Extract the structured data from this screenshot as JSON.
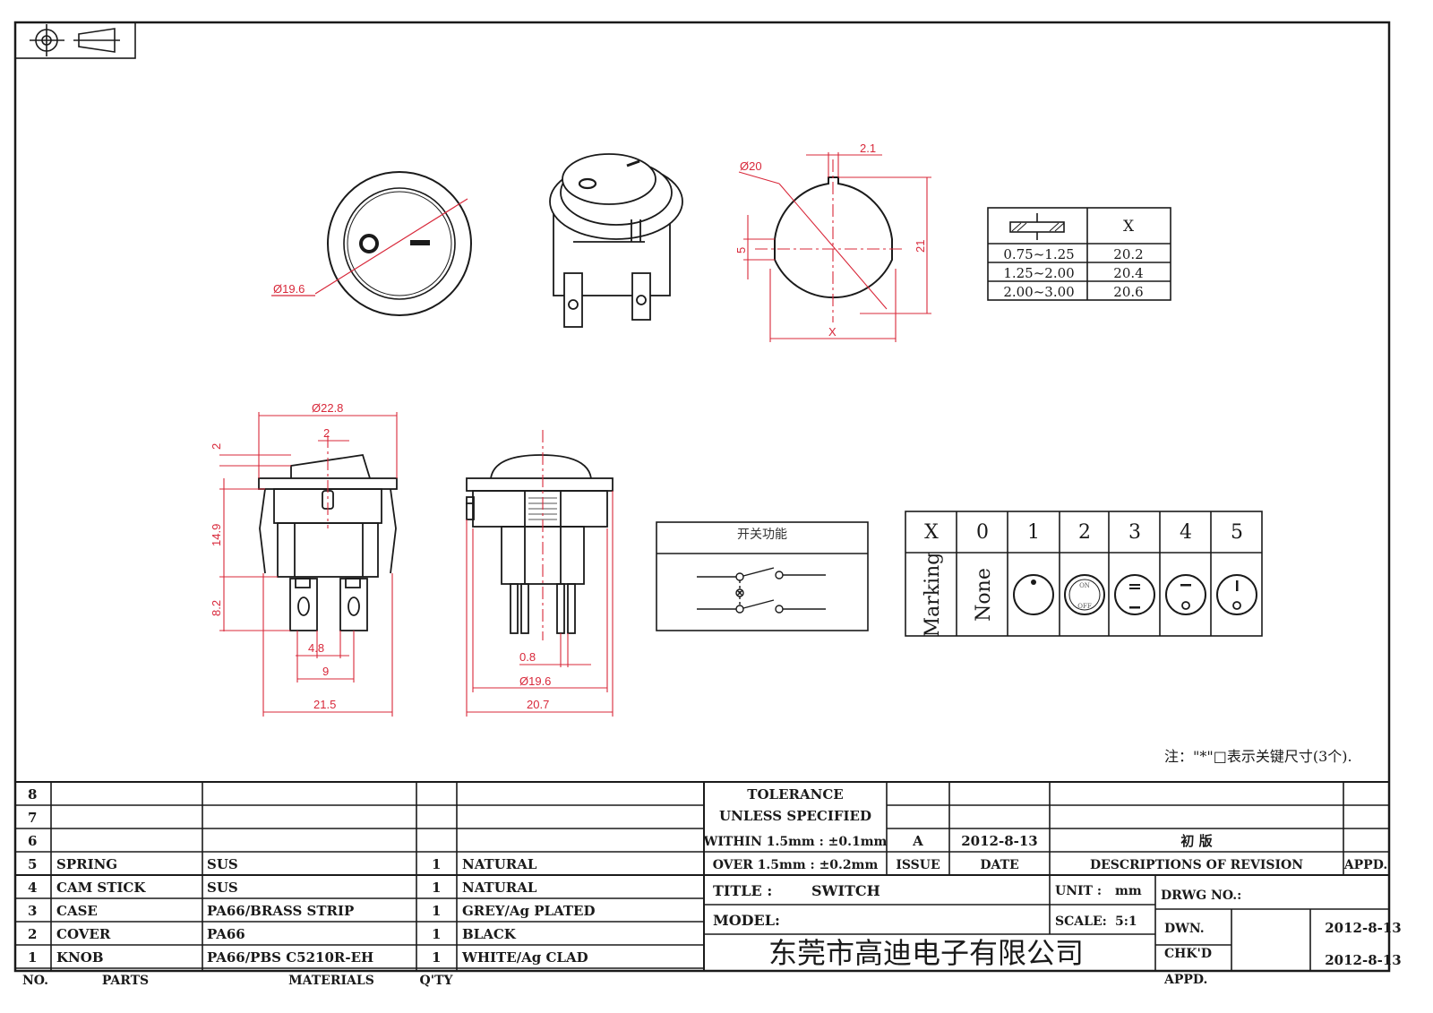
{
  "dims": {
    "top_knob_dia": "Ø19.6",
    "profile_dia": "Ø20",
    "profile_tab": "2.1",
    "profile_flat": "5",
    "profile_height": "21",
    "profile_x": "X",
    "front_dia": "Ø22.8",
    "front_knob_w": "2",
    "front_knob_h": "2",
    "front_body_h": "14.9",
    "front_term_h": "8.2",
    "front_term_w": "4.8",
    "front_term_pitch": "9",
    "front_width": "21.5",
    "side_pin": "0.8",
    "side_dia": "Ø19.6",
    "side_width": "20.7"
  },
  "thickness_table": {
    "x_header": "X",
    "rows": [
      {
        "range": "0.75~1.25",
        "x": "20.2"
      },
      {
        "range": "1.25~2.00",
        "x": "20.4"
      },
      {
        "range": "2.00~3.00",
        "x": "20.6"
      }
    ]
  },
  "switch_function": {
    "title": "开关功能"
  },
  "marking_table": {
    "x_label": "X",
    "row_label": "Marking",
    "columns": [
      "0",
      "1",
      "2",
      "3",
      "4",
      "5"
    ],
    "none_label": "None",
    "on_text": "ON",
    "off_text": "OFF"
  },
  "note": "注：\"*\"□表示关键尺寸(3个).",
  "bom": {
    "rows": [
      {
        "no": "8",
        "part": "",
        "material": "",
        "qty": "",
        "finish": ""
      },
      {
        "no": "7",
        "part": "",
        "material": "",
        "qty": "",
        "finish": ""
      },
      {
        "no": "6",
        "part": "",
        "material": "",
        "qty": "",
        "finish": ""
      },
      {
        "no": "5",
        "part": "SPRING",
        "material": "SUS",
        "qty": "1",
        "finish": "NATURAL"
      },
      {
        "no": "4",
        "part": "CAM STICK",
        "material": "SUS",
        "qty": "1",
        "finish": "NATURAL"
      },
      {
        "no": "3",
        "part": "CASE",
        "material": "PA66/BRASS STRIP",
        "qty": "1",
        "finish": "GREY/Ag PLATED"
      },
      {
        "no": "2",
        "part": "COVER",
        "material": "PA66",
        "qty": "1",
        "finish": "BLACK"
      },
      {
        "no": "1",
        "part": "KNOB",
        "material": "PA66/PBS C5210R-EH",
        "qty": "1",
        "finish": "WHITE/Ag CLAD"
      }
    ],
    "header": {
      "no": "NO.",
      "parts": "PARTS",
      "materials": "MATERIALS",
      "qty": "Q'TY"
    }
  },
  "tolerance": {
    "line1": "TOLERANCE",
    "line2": "UNLESS  SPECIFIED",
    "line3": "WITHIN 1.5mm : ±0.1mm",
    "line4": "OVER 1.5mm : ±0.2mm"
  },
  "revision": {
    "issue": "A",
    "date": "2012-8-13",
    "description": "初  版",
    "issue_label": "ISSUE",
    "date_label": "DATE",
    "desc_label": "DESCRIPTIONS OF REVISION",
    "appd_label": "APPD."
  },
  "title_block": {
    "title_label": "TITLE :",
    "title_value": "SWITCH",
    "unit_label": "UNIT :",
    "unit_value": "mm",
    "drwg_label": "DRWG NO.:",
    "model_label": "MODEL:",
    "scale_label": "SCALE:",
    "scale_value": "5:1",
    "dwn_label": "DWN.",
    "dwn_date": "2012-8-13",
    "chkd_label": "CHK'D",
    "chkd_date": "2012-8-13",
    "appd_label": "APPD.",
    "company": "东莞市高迪电子有限公司"
  },
  "colors": {
    "line": "#1a1a1a",
    "dimension": "#d8283a"
  }
}
